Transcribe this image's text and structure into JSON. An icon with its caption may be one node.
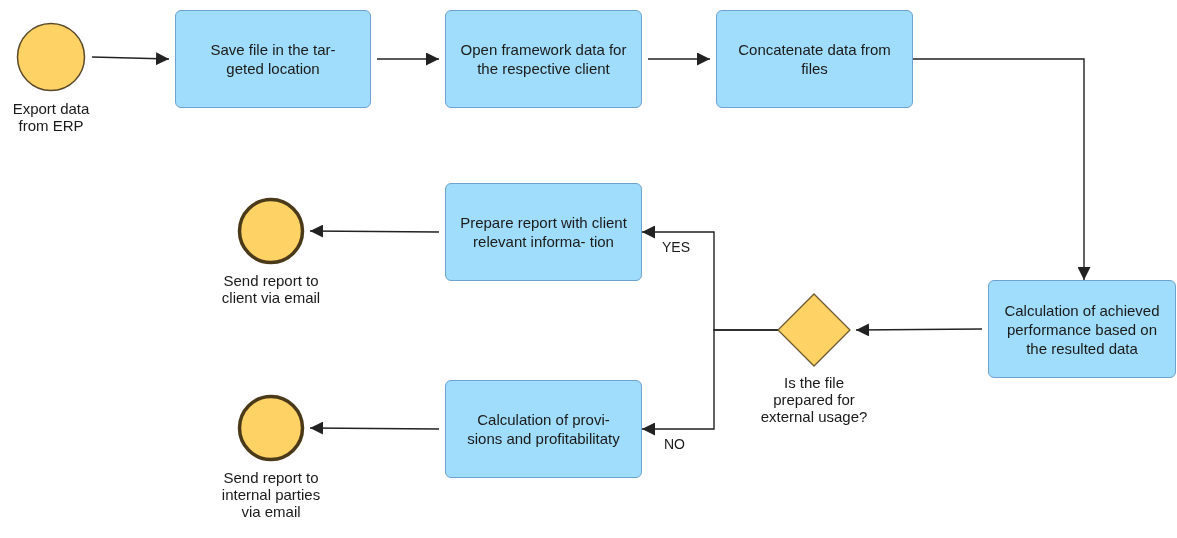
{
  "diagram": {
    "nodes": [
      {
        "text": [],
        "shape": "circle",
        "beside": [
          "Export data from ERP"
        ]
      },
      {
        "text": [
          "Save file in the tar- geted location"
        ]
      },
      {
        "text": [
          "Open framework data for the respective client"
        ]
      },
      {
        "text": [
          "Concatenate data from files"
        ]
      },
      {
        "text": [
          "Calculation of achieved performance based on the resulted data"
        ]
      },
      {
        "text": [],
        "shape": "diamond",
        "beside": [
          "Is the file prepared for external usage?"
        ]
      },
      {
        "text": [
          "Prepare report with client relevant informa- tion"
        ]
      },
      {
        "text": [
          "Calculation of provi- sions and profitabilitaty"
        ]
      },
      {
        "text": [],
        "shape": "circle",
        "beside": [
          "Send report to client via email"
        ]
      },
      {
        "text": [],
        "shape": "circle",
        "beside": [
          "Send report to internal parties via email"
        ]
      }
    ],
    "edges": [
      {
        "from": 0,
        "to": 1,
        "arrow": "to"
      },
      {
        "from": 1,
        "to": 2,
        "arrow": "to"
      },
      {
        "from": 2,
        "to": 3,
        "arrow": "to"
      },
      {
        "from": 3,
        "to": 4,
        "arrow": "to"
      },
      {
        "from": 4,
        "to": 5,
        "arrow": "to"
      },
      {
        "from": 5,
        "to": 6,
        "arrow": "to",
        "label": "YES"
      },
      {
        "from": 5,
        "to": 7,
        "arrow": "to",
        "label": "NO"
      },
      {
        "from": 6,
        "to": 8,
        "arrow": "to"
      },
      {
        "from": 7,
        "to": 9,
        "arrow": "to"
      }
    ]
  }
}
